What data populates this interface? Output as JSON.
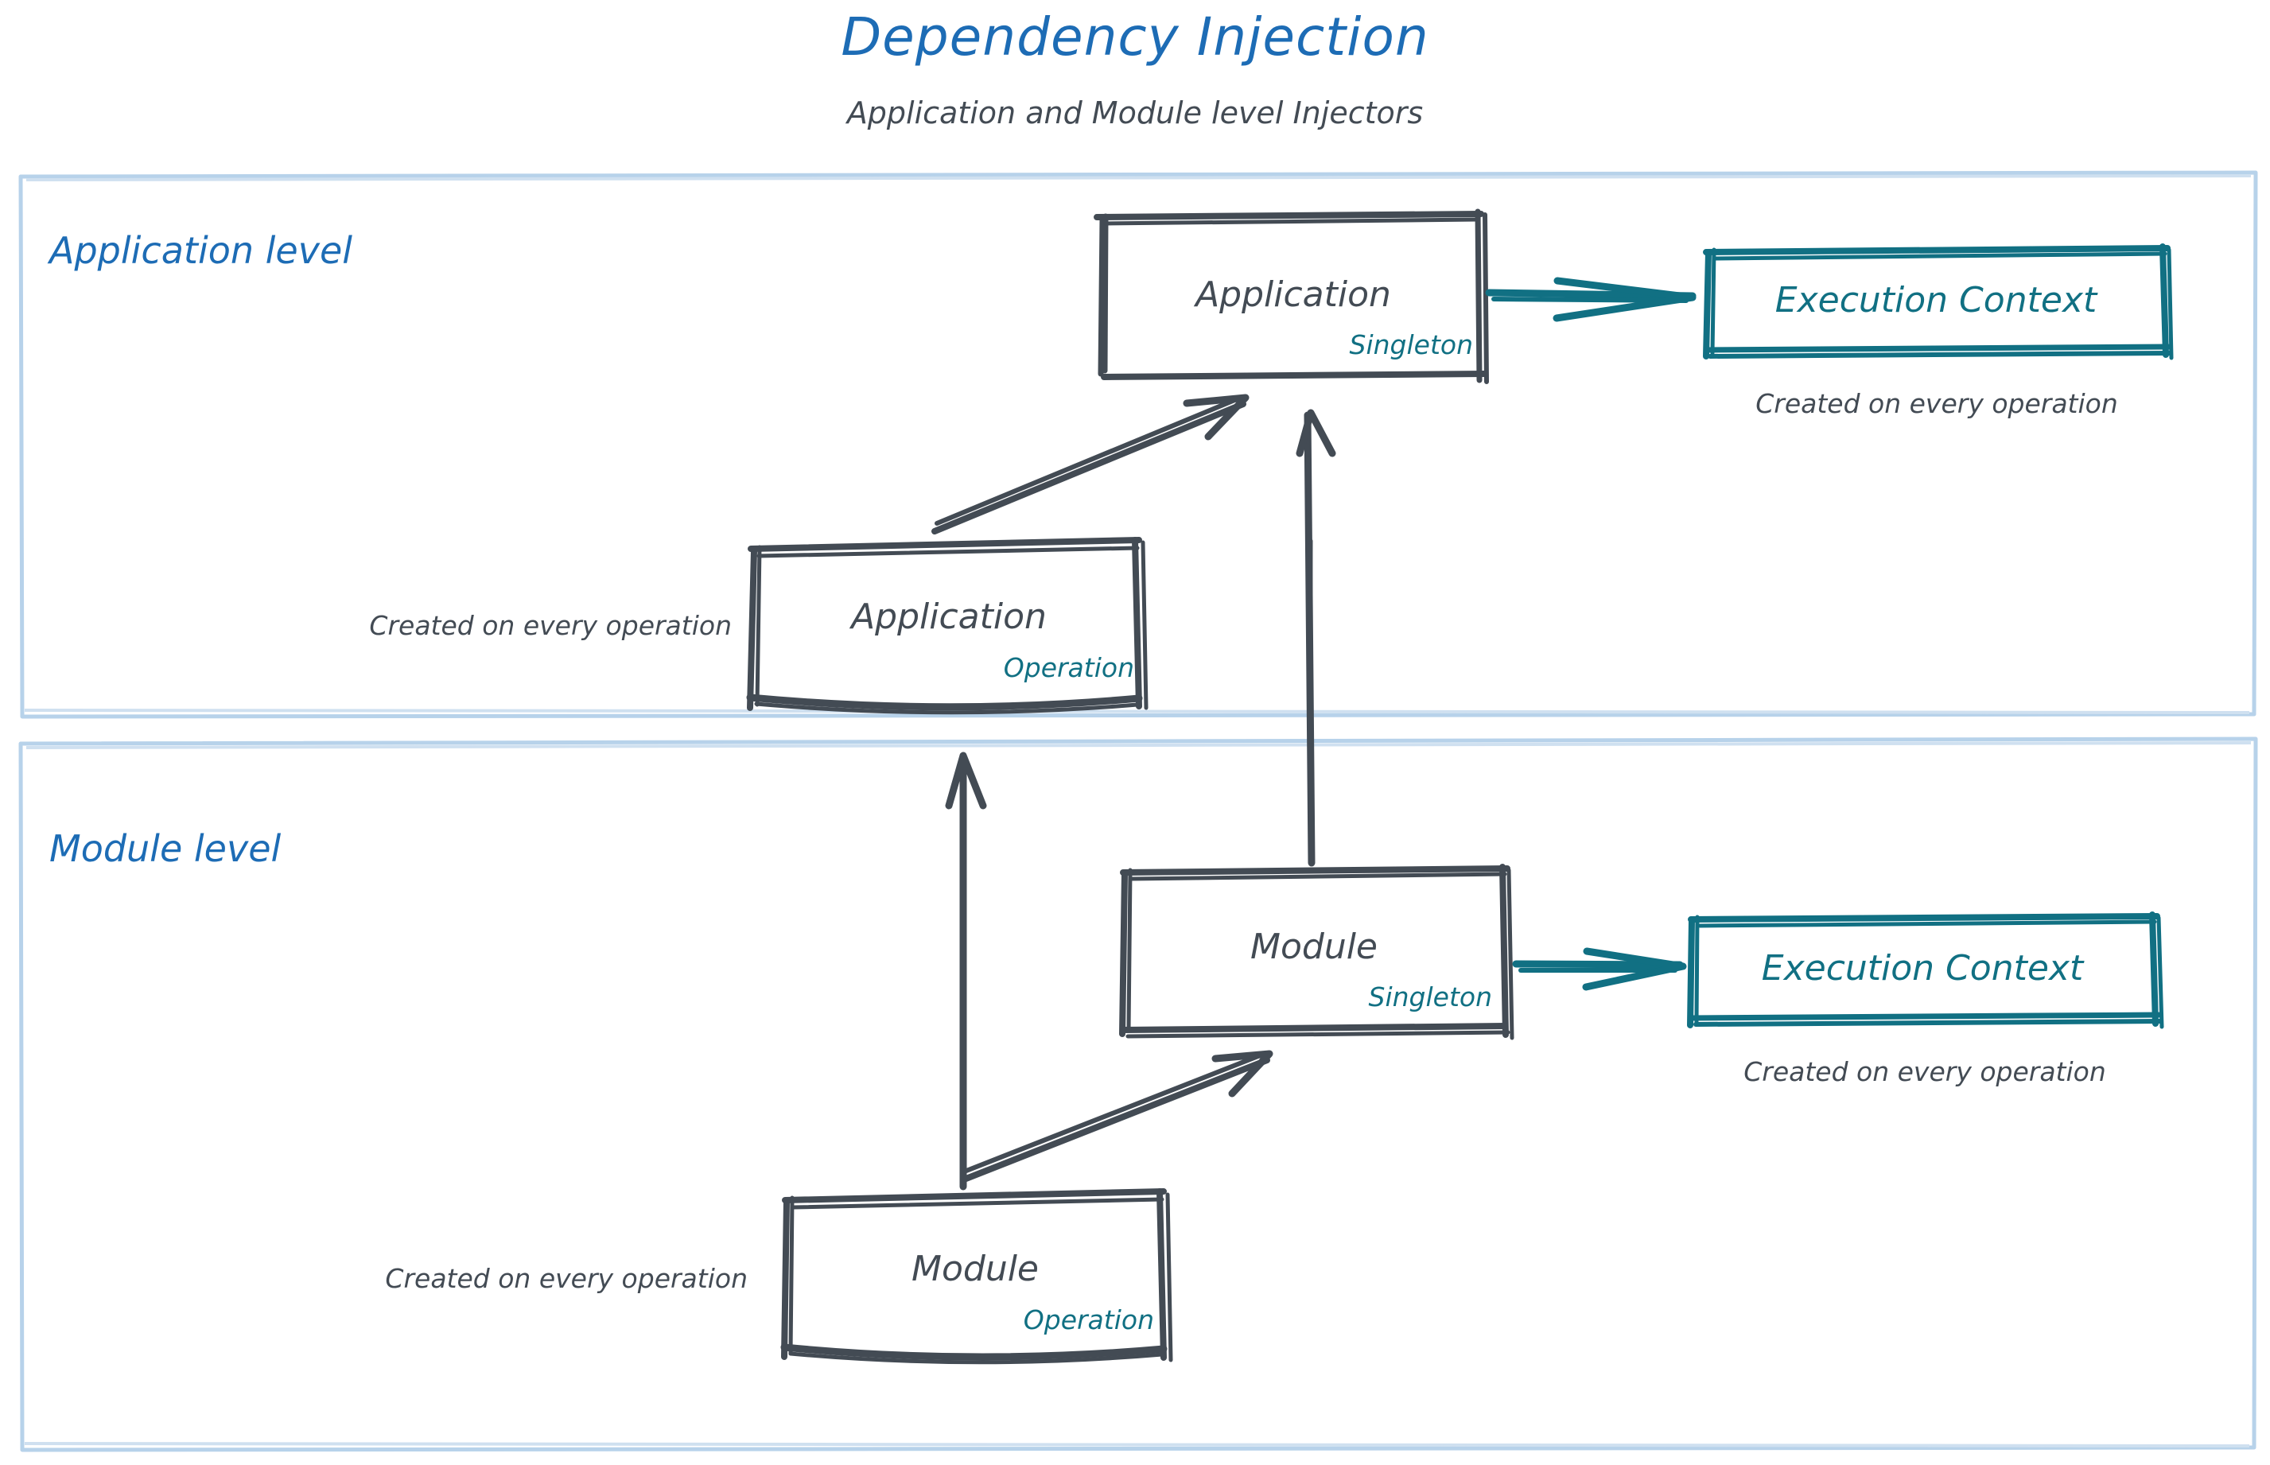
{
  "header": {
    "title": "Dependency Injection",
    "subtitle": "Application and Module level Injectors"
  },
  "colors": {
    "title_blue": "#1d6cb5",
    "lane_border": "#b7d2ea",
    "sketch_gray": "#434b54",
    "teal": "#117083",
    "background": "#ffffff"
  },
  "lanes": [
    {
      "id": "application-level",
      "label": "Application level"
    },
    {
      "id": "module-level",
      "label": "Module level"
    }
  ],
  "nodes": {
    "application_singleton": {
      "title": "Application",
      "scope": "Singleton"
    },
    "application_operation": {
      "title": "Application",
      "scope": "Operation",
      "note": "Created on every operation"
    },
    "application_execution_context": {
      "title": "Execution Context",
      "note": "Created on every operation"
    },
    "module_singleton": {
      "title": "Module",
      "scope": "Singleton"
    },
    "module_operation": {
      "title": "Module",
      "scope": "Operation",
      "note": "Created on every operation"
    },
    "module_execution_context": {
      "title": "Execution Context",
      "note": "Created on every operation"
    }
  },
  "edges": [
    {
      "id": "app-singleton-to-exec-context",
      "from": "application_singleton",
      "to": "application_execution_context",
      "color": "#117083"
    },
    {
      "id": "app-operation-to-app-singleton",
      "from": "application_operation",
      "to": "application_singleton",
      "color": "#434b54"
    },
    {
      "id": "module-singleton-to-app-singleton",
      "from": "module_singleton",
      "to": "application_singleton",
      "color": "#434b54"
    },
    {
      "id": "module-operation-to-app-level",
      "from": "module_operation",
      "to": "application_operation",
      "color": "#434b54"
    },
    {
      "id": "module-operation-to-module-singleton",
      "from": "module_operation",
      "to": "module_singleton",
      "color": "#434b54"
    },
    {
      "id": "module-singleton-to-exec-context",
      "from": "module_singleton",
      "to": "module_execution_context",
      "color": "#117083"
    }
  ]
}
